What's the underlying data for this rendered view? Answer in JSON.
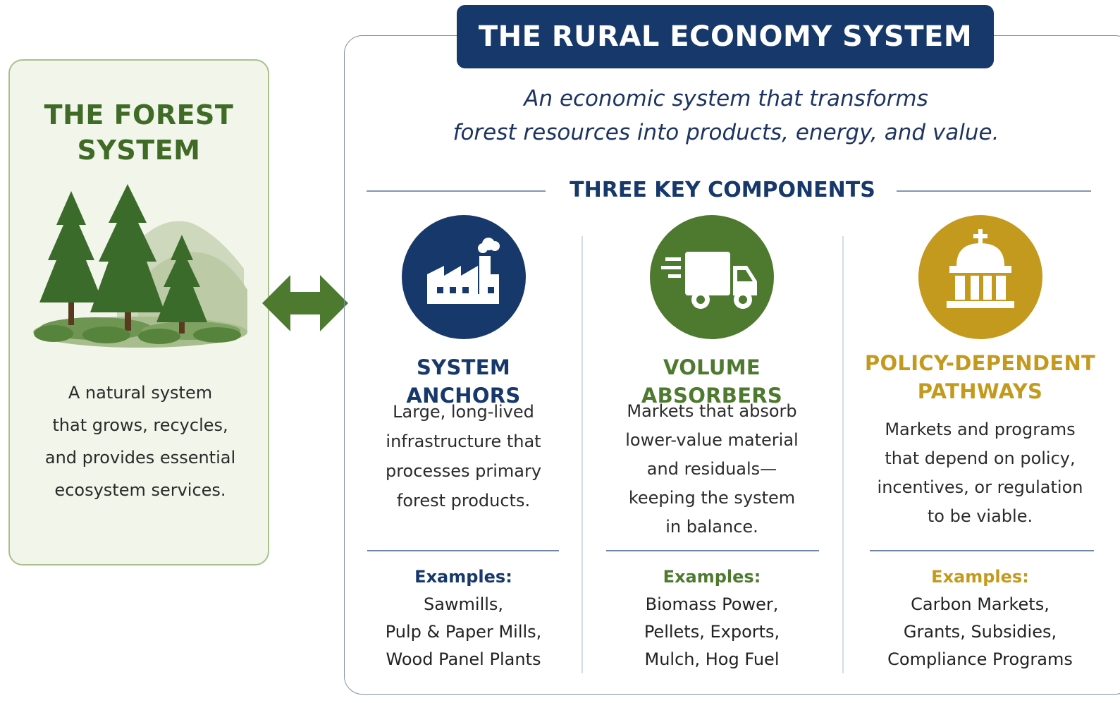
{
  "forest": {
    "title_lines": [
      "THE FOREST",
      "SYSTEM"
    ],
    "description_lines": [
      "A natural system",
      "that grows, recycles,",
      "and provides essential",
      "ecosystem services."
    ],
    "icon": "forest-trees-illustration",
    "colors": {
      "accent": "#3f6b27",
      "panel_bg": "#f2f5ea",
      "border": "#a9c08f"
    }
  },
  "connector": {
    "icon": "bidirectional-arrow-icon",
    "color": "#4e7a30"
  },
  "rural": {
    "title": "THE RURAL ECONOMY SYSTEM",
    "subtitle_lines": [
      "An economic system that transforms",
      "forest resources into products, energy, and value."
    ],
    "section_heading": "THREE KEY COMPONENTS",
    "colors": {
      "banner": "#17386a",
      "frame": "#7c8ea8"
    }
  },
  "components": [
    {
      "title_lines": [
        "SYSTEM ANCHORS"
      ],
      "description_lines": [
        "Large, long-lived",
        "infrastructure that",
        "processes primary",
        "forest products."
      ],
      "examples_label": "Examples:",
      "examples_lines": [
        "Sawmills,",
        "Pulp & Paper Mills,",
        "Wood Panel Plants"
      ],
      "icon": "factory-icon",
      "color": "#17386a"
    },
    {
      "title_lines": [
        "VOLUME ABSORBERS"
      ],
      "description_lines": [
        "Markets that absorb",
        "lower-value material",
        "and residuals—",
        "keeping the system",
        "in balance."
      ],
      "examples_label": "Examples:",
      "examples_lines": [
        "Biomass Power,",
        "Pellets, Exports,",
        "Mulch, Hog Fuel"
      ],
      "icon": "truck-icon",
      "color": "#4e7a30"
    },
    {
      "title_lines": [
        "POLICY-DEPENDENT",
        "PATHWAYS"
      ],
      "description_lines": [
        "Markets and programs",
        "that depend on policy,",
        "incentives, or regulation",
        "to be viable."
      ],
      "examples_label": "Examples:",
      "examples_lines": [
        "Carbon Markets,",
        "Grants, Subsidies,",
        "Compliance Programs"
      ],
      "icon": "government-building-icon",
      "color": "#c49a1e"
    }
  ]
}
